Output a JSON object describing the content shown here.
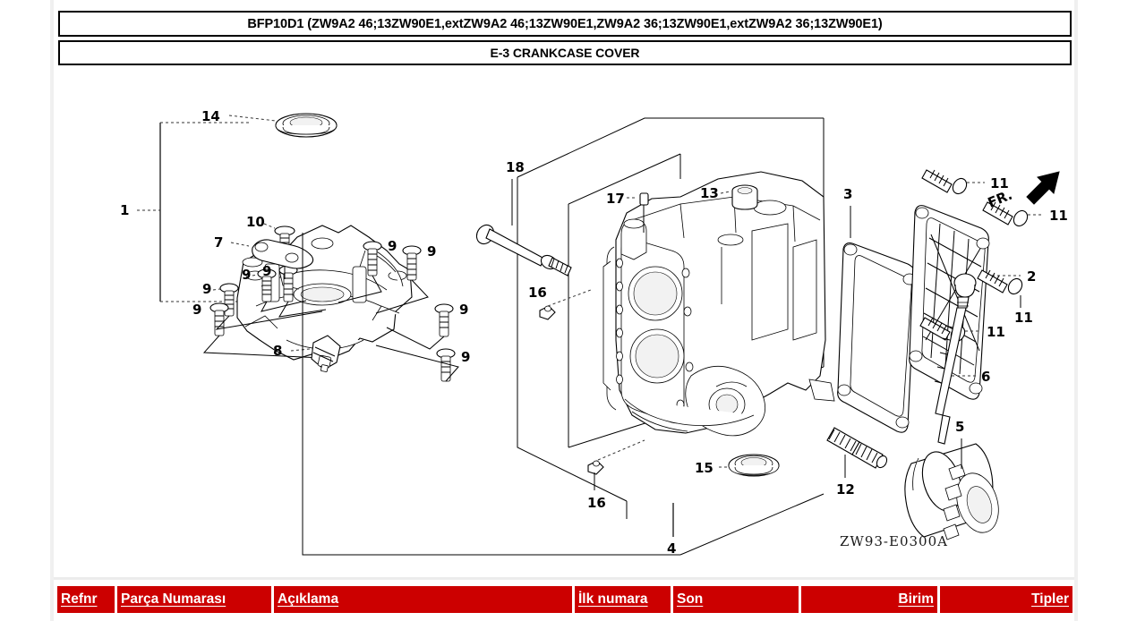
{
  "header": {
    "model_title": "BFP10D1 (ZW9A2 46;13ZW90E1,extZW9A2 46;13ZW90E1,ZW9A2 36;13ZW90E1,extZW9A2 36;13ZW90E1)",
    "section_title": "E-3 CRANKCASE COVER"
  },
  "diagram": {
    "code": "ZW93-E0300A",
    "orientation_label": "FR.",
    "callouts": [
      {
        "id": "1",
        "label": "1"
      },
      {
        "id": "2",
        "label": "2"
      },
      {
        "id": "3",
        "label": "3"
      },
      {
        "id": "4",
        "label": "4"
      },
      {
        "id": "5",
        "label": "5"
      },
      {
        "id": "6",
        "label": "6"
      },
      {
        "id": "7",
        "label": "7"
      },
      {
        "id": "8",
        "label": "8"
      },
      {
        "id": "9a",
        "label": "9"
      },
      {
        "id": "9b",
        "label": "9"
      },
      {
        "id": "9c",
        "label": "9"
      },
      {
        "id": "9d",
        "label": "9"
      },
      {
        "id": "9e",
        "label": "9"
      },
      {
        "id": "9f",
        "label": "9"
      },
      {
        "id": "9g",
        "label": "9"
      },
      {
        "id": "9h",
        "label": "9"
      },
      {
        "id": "10",
        "label": "10"
      },
      {
        "id": "11a",
        "label": "11"
      },
      {
        "id": "11b",
        "label": "11"
      },
      {
        "id": "11c",
        "label": "11"
      },
      {
        "id": "11d",
        "label": "11"
      },
      {
        "id": "12",
        "label": "12"
      },
      {
        "id": "13",
        "label": "13"
      },
      {
        "id": "14",
        "label": "14"
      },
      {
        "id": "15",
        "label": "15"
      },
      {
        "id": "16a",
        "label": "16"
      },
      {
        "id": "16b",
        "label": "16"
      },
      {
        "id": "17",
        "label": "17"
      },
      {
        "id": "18",
        "label": "18"
      }
    ]
  },
  "table": {
    "accent_color": "#cc0000",
    "columns": [
      {
        "key": "refnr",
        "label": "Refnr",
        "align": "left"
      },
      {
        "key": "partno",
        "label": "Parça Numarası",
        "align": "left"
      },
      {
        "key": "desc",
        "label": "Açıklama",
        "align": "left"
      },
      {
        "key": "first",
        "label": "İlk numara",
        "align": "left"
      },
      {
        "key": "last",
        "label": "Son",
        "align": "left"
      },
      {
        "key": "unit",
        "label": "Birim",
        "align": "right"
      },
      {
        "key": "types",
        "label": "Tipler",
        "align": "right"
      }
    ]
  }
}
